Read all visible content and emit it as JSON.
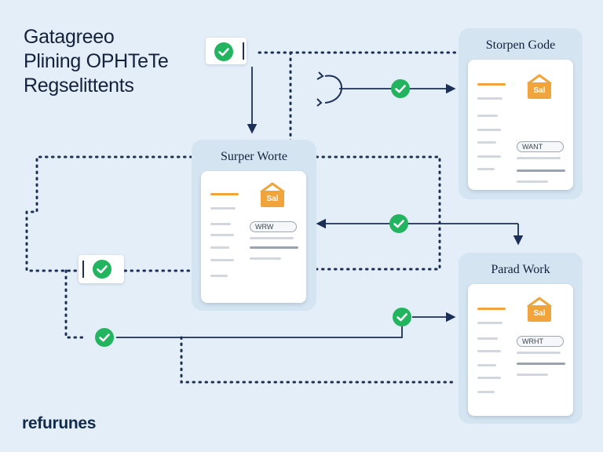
{
  "title": {
    "lines": [
      "Gatagreeo",
      "Plining OPHTeTe",
      "Regselittents"
    ]
  },
  "footer": {
    "brand": "refurunes"
  },
  "colors": {
    "background": "#e3eef8",
    "connector": "#1c2f55",
    "check": "#22b45e",
    "accent": "#f2a43c"
  },
  "cards": [
    {
      "id": "top-right",
      "title": "Storpen Gode",
      "badge": "Sal",
      "tag": "WANT"
    },
    {
      "id": "center",
      "title": "Surper Worte",
      "badge": "Sal",
      "tag": "WRW"
    },
    {
      "id": "bottom-right",
      "title": "Parad Work",
      "badge": "Sal",
      "tag": "WRHT"
    }
  ],
  "icons": [
    "check-icon",
    "house-icon",
    "arrow-icon",
    "loop-icon",
    "document-icon"
  ]
}
